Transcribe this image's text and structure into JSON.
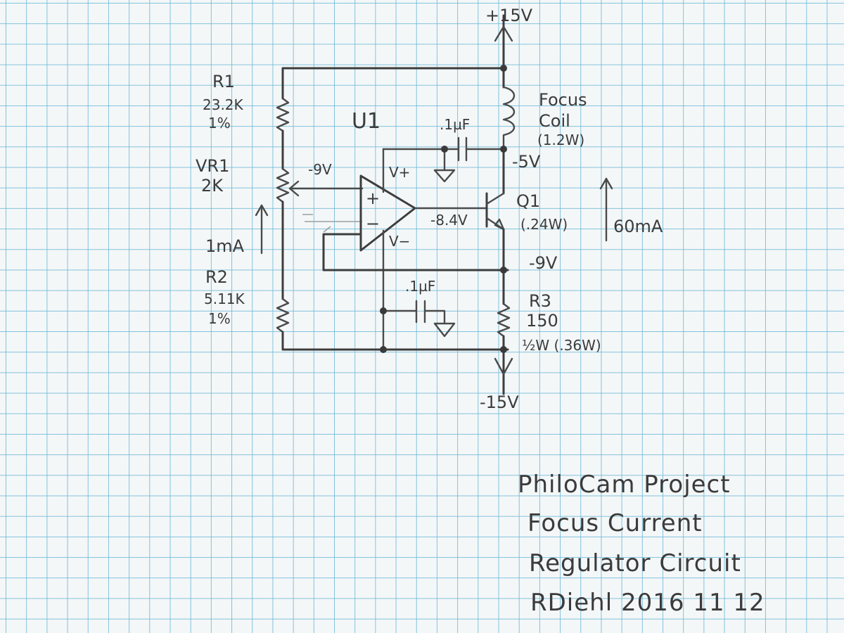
{
  "supply": {
    "positive": "+15V",
    "negative": "-15V"
  },
  "resistors": {
    "r1": {
      "name": "R1",
      "value": "23.2K",
      "tolerance": "1%"
    },
    "vr1": {
      "name": "VR1",
      "value": "2K"
    },
    "r2": {
      "name": "R2",
      "value": "5.11K",
      "tolerance": "1%"
    },
    "r3": {
      "name": "R3",
      "value": "150",
      "rating": "½W (.36W)"
    }
  },
  "opamp": {
    "name": "U1",
    "plus": "+",
    "minus": "−",
    "vplus": "V+",
    "vminus": "V−"
  },
  "capacitors": {
    "c_top": ".1µF",
    "c_bottom": ".1µF"
  },
  "coil": {
    "name": "Focus",
    "name2": "Coil",
    "power": "(1.2W)"
  },
  "transistor": {
    "name": "Q1",
    "power": "(.24W)"
  },
  "voltages": {
    "wiper": "-9V",
    "coil_node": "-5V",
    "opamp_out": "-8.4V",
    "emitter": "-9V"
  },
  "currents": {
    "divider": "1mA",
    "load": "60mA"
  },
  "title_block": {
    "line1": "PhiloCam Project",
    "line2": "Focus Current",
    "line3": "Regulator Circuit",
    "line4": "RDiehl 2016 11 12"
  }
}
